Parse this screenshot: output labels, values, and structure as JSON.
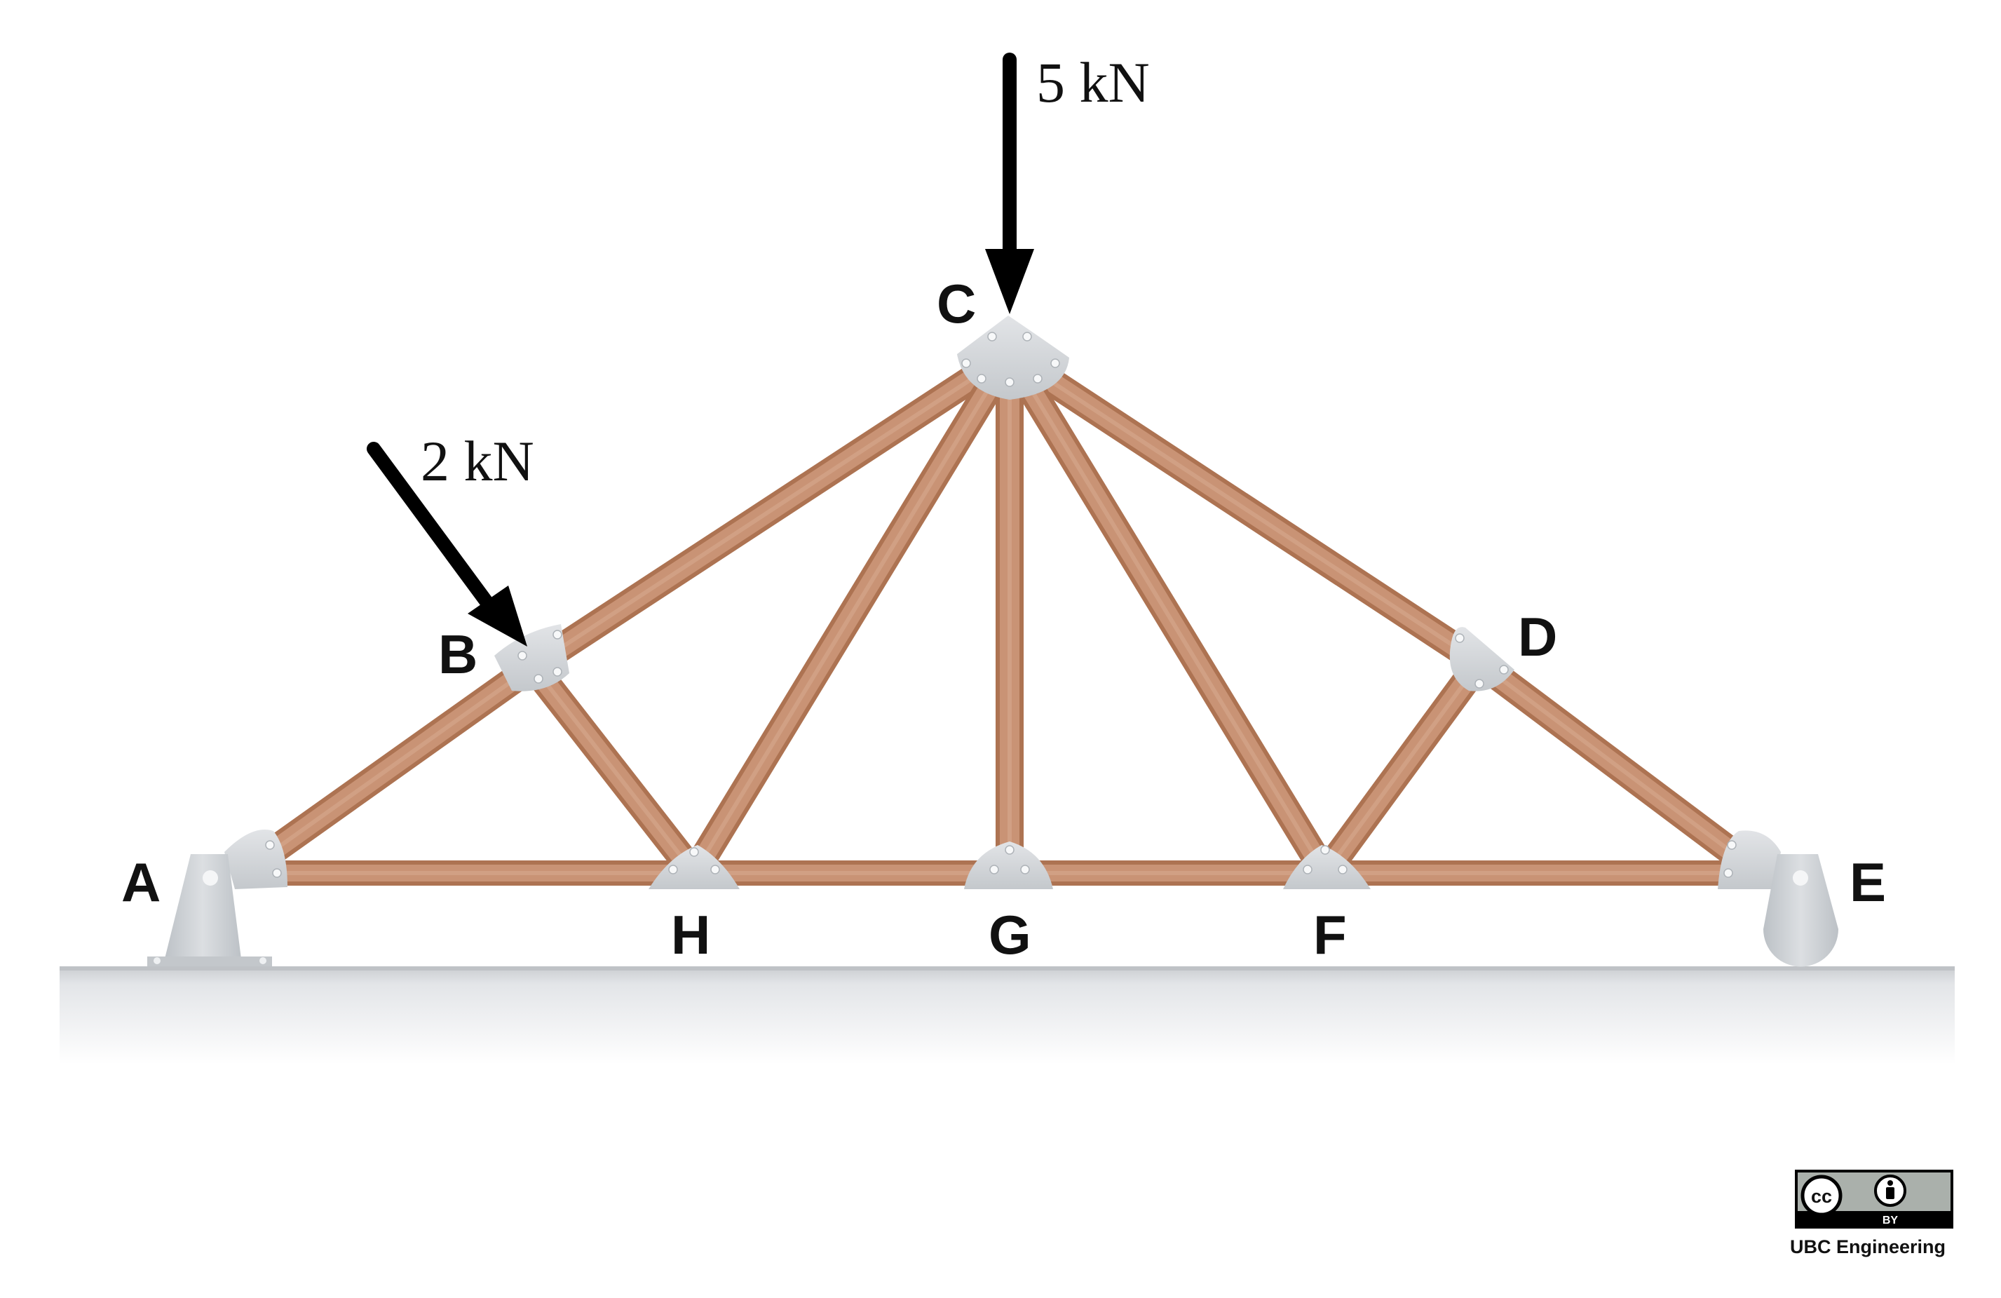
{
  "nodes": {
    "A": "A",
    "B": "B",
    "C": "C",
    "D": "D",
    "E": "E",
    "F": "F",
    "G": "G",
    "H": "H"
  },
  "loads": {
    "at_C": "5 kN",
    "at_B": "2 kN"
  },
  "license": {
    "badge_cc": "cc",
    "badge_by": "BY",
    "credit": "UBC Engineering"
  },
  "colors": {
    "member": "#C99375",
    "member_edge": "#AD7352",
    "gusset": "#D3D6DA",
    "support": "#C9CDD1",
    "ground_top": "#C8CBCF",
    "load_arrow": "#000000"
  }
}
